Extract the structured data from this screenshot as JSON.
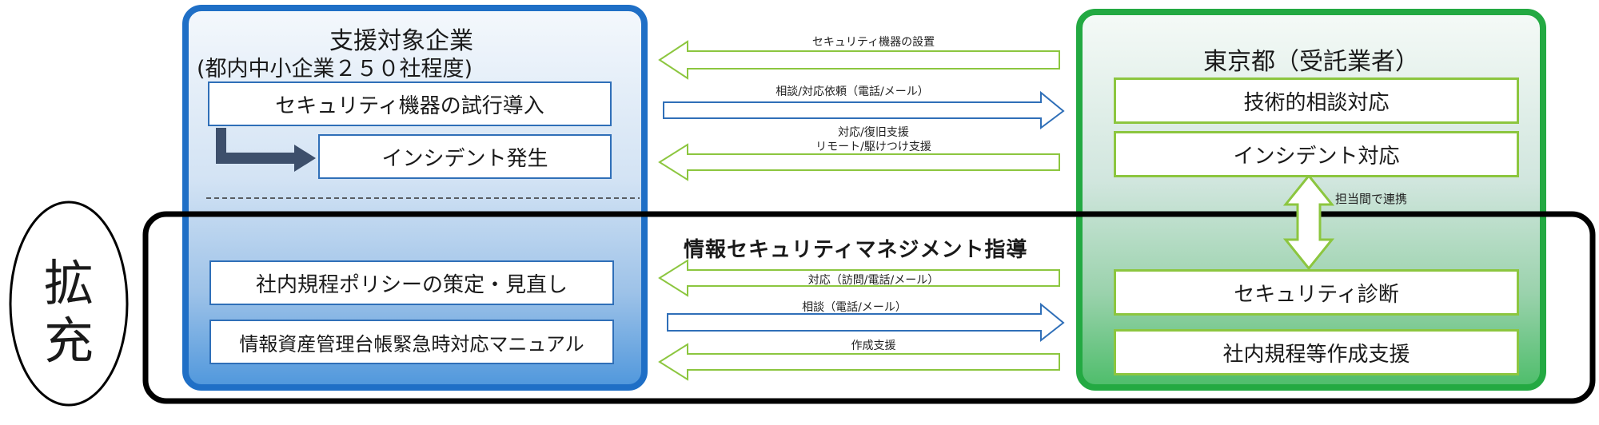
{
  "left_panel": {
    "title": "支援対象企業",
    "subtitle": "(都内中小企業２５０社程度)",
    "boxes": [
      "セキュリティ機器の試行導入",
      "インシデント発生"
    ],
    "boxes_expanded": [
      "社内規程ポリシーの策定・見直し",
      "情報資産管理台帳緊急時対応マニュアル"
    ],
    "color": "#1f6fc6"
  },
  "right_panel": {
    "title": "東京都（受託業者）",
    "boxes": [
      "技術的相談対応",
      "インシデント対応"
    ],
    "boxes_expanded": [
      "セキュリティ診断",
      "社内規程等作成支援"
    ],
    "link_label": "担当間で連携",
    "color": "#23a942"
  },
  "arrows_top": [
    {
      "label": "セキュリティ機器の設置",
      "direction": "left",
      "style": "green"
    },
    {
      "label": "相談/対応依頼（電話/メール）",
      "direction": "right",
      "style": "blue"
    },
    {
      "label": "対応/復旧支援",
      "label2": "リモート/駆けつけ支援",
      "direction": "left",
      "style": "green"
    }
  ],
  "middle_title": "情報セキュリティマネジメント指導",
  "arrows_bottom": [
    {
      "label": "対応（訪問/電話/メール）",
      "direction": "left",
      "style": "green"
    },
    {
      "label": "相談（電話/メール）",
      "direction": "right",
      "style": "blue"
    },
    {
      "label": "作成支援",
      "direction": "left",
      "style": "green"
    }
  ],
  "expansion_label": [
    "拡",
    "充"
  ],
  "colors": {
    "blue_arrow": "#2f6fb8",
    "green_arrow": "#8cc63f",
    "frame": "#000000"
  }
}
